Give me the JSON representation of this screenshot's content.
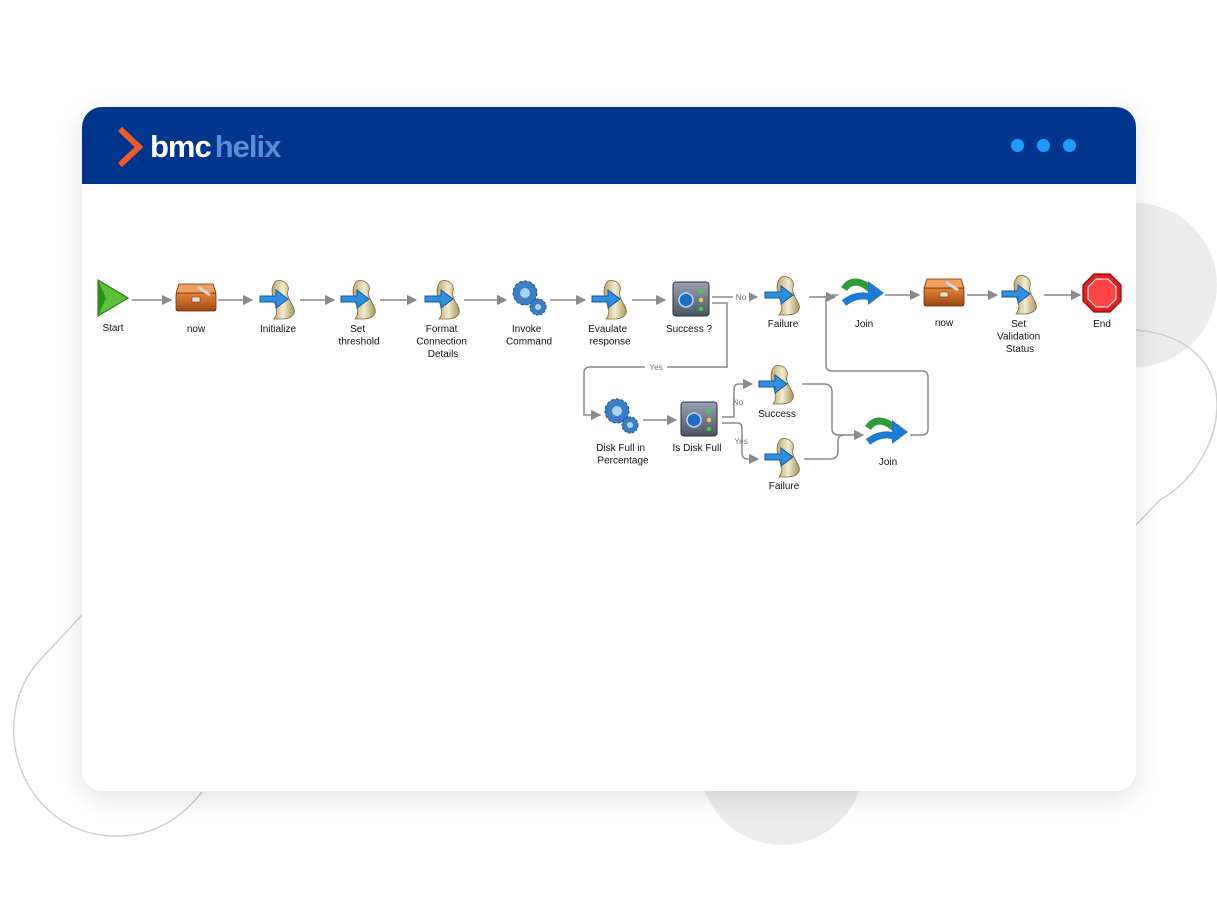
{
  "brand": {
    "name_part1": "bmc",
    "name_part2": "helix",
    "accent": "#f15a22",
    "header_color": "#00358e"
  },
  "window_controls": [
    "dot",
    "dot",
    "dot"
  ],
  "nodes": {
    "start": {
      "label": [
        "Start"
      ],
      "icon": "start-triangle"
    },
    "now1": {
      "label": [
        "now"
      ],
      "icon": "toolbox"
    },
    "initialize": {
      "label": [
        "Initialize"
      ],
      "icon": "scroll-assign"
    },
    "set_threshold": {
      "label": [
        "Set",
        "threshold"
      ],
      "icon": "scroll-assign"
    },
    "format": {
      "label": [
        "Format",
        "Connection",
        "Details"
      ],
      "icon": "scroll-assign"
    },
    "invoke": {
      "label": [
        "Invoke",
        "Command"
      ],
      "icon": "gears"
    },
    "evaluate": {
      "label": [
        "Evaulate",
        "response"
      ],
      "icon": "scroll-assign"
    },
    "success_q": {
      "label": [
        "Success ?"
      ],
      "icon": "decision-panel"
    },
    "failure1": {
      "label": [
        "Failure"
      ],
      "icon": "scroll-assign"
    },
    "join1": {
      "label": [
        "Join"
      ],
      "icon": "join-arrow"
    },
    "now2": {
      "label": [
        "now"
      ],
      "icon": "toolbox"
    },
    "set_validation": {
      "label": [
        "Set",
        "Validation",
        "Status"
      ],
      "icon": "scroll-assign"
    },
    "end": {
      "label": [
        "End"
      ],
      "icon": "stop-octagon"
    },
    "disk_full_pct": {
      "label": [
        "Disk Full in",
        "Percentage"
      ],
      "icon": "gears"
    },
    "is_disk_full": {
      "label": [
        "Is Disk Full"
      ],
      "icon": "decision-panel"
    },
    "success2": {
      "label": [
        "Success"
      ],
      "icon": "scroll-assign"
    },
    "failure2": {
      "label": [
        "Failure"
      ],
      "icon": "scroll-assign"
    },
    "join2": {
      "label": [
        "Join"
      ],
      "icon": "join-arrow"
    }
  },
  "edge_labels": {
    "no1": "No",
    "yes1": "Yes",
    "no2": "No",
    "yes2": "Yes"
  }
}
